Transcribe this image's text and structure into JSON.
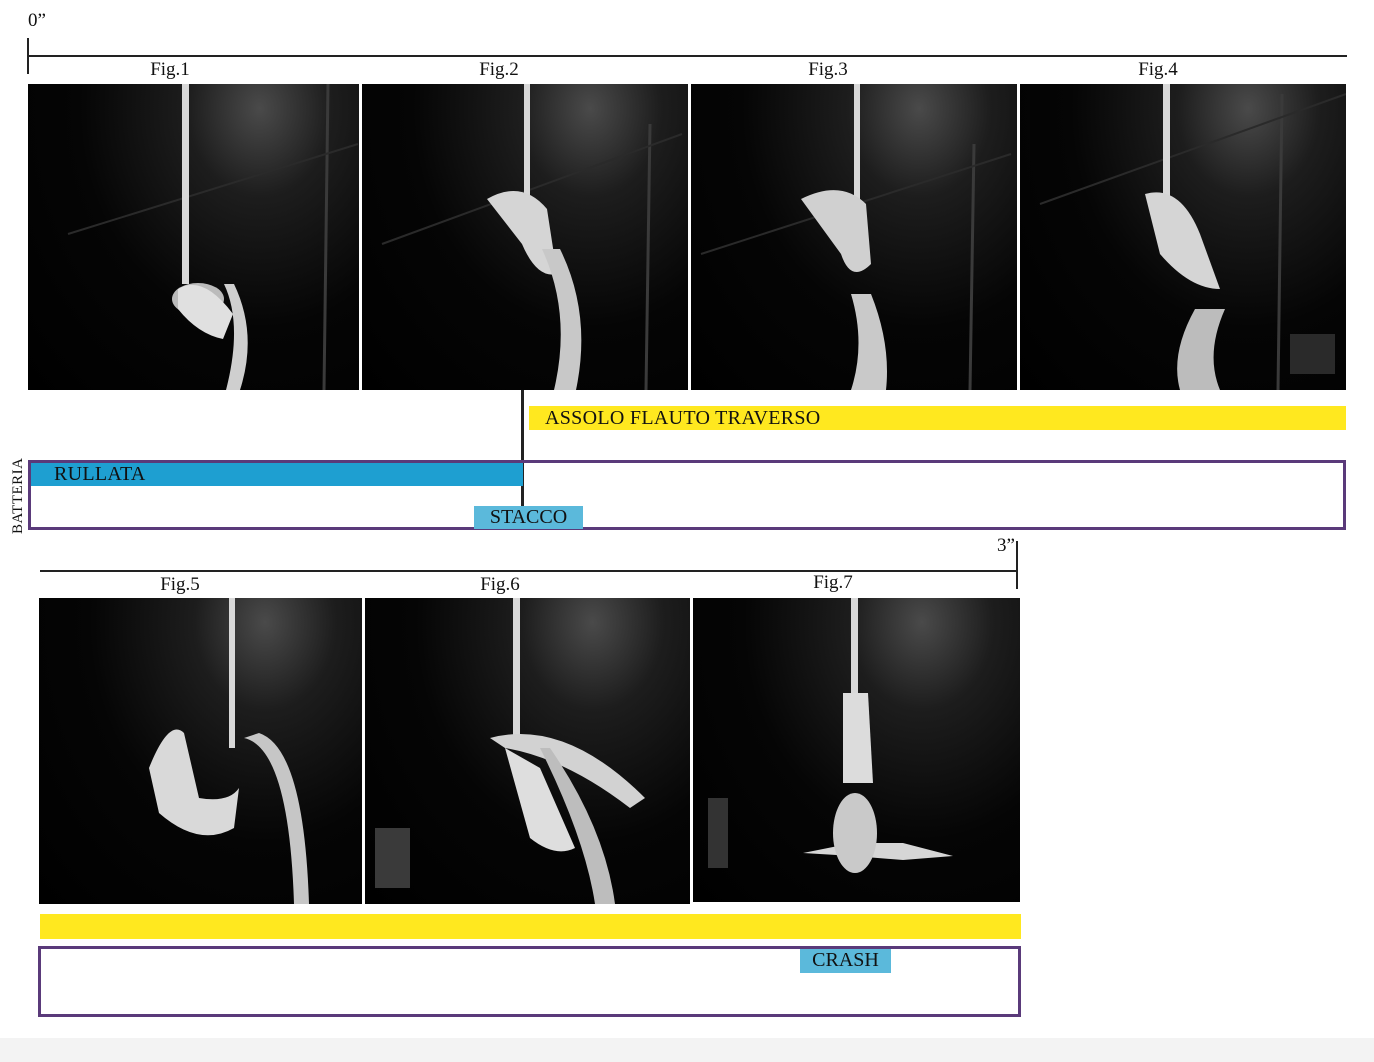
{
  "timeline": {
    "start_label": "0”",
    "end_label": "3”"
  },
  "row1": {
    "figures": [
      {
        "label": "Fig.1",
        "photo_icon": "aerial-silk-performer-photo"
      },
      {
        "label": "Fig.2",
        "photo_icon": "aerial-silk-performer-photo"
      },
      {
        "label": "Fig.3",
        "photo_icon": "aerial-silk-performer-photo"
      },
      {
        "label": "Fig.4",
        "photo_icon": "aerial-silk-performer-photo"
      }
    ],
    "flute_bar_label": "ASSOLO FLAUTO TRAVERSO",
    "drum_roll_label": "RULLATA",
    "break_label": "STACCO"
  },
  "row2": {
    "figures": [
      {
        "label": "Fig.5",
        "photo_icon": "aerial-silk-performer-photo"
      },
      {
        "label": "Fig.6",
        "photo_icon": "aerial-silk-performer-photo"
      },
      {
        "label": "Fig.7",
        "photo_icon": "aerial-silk-performer-photo"
      }
    ],
    "crash_label": "CRASH"
  },
  "track_label": "BATTERIA",
  "colors": {
    "flute": "#ffe81f",
    "drum_roll": "#1e9fd1",
    "accent": "#5bb9db",
    "track_border": "#5a3a7a"
  }
}
